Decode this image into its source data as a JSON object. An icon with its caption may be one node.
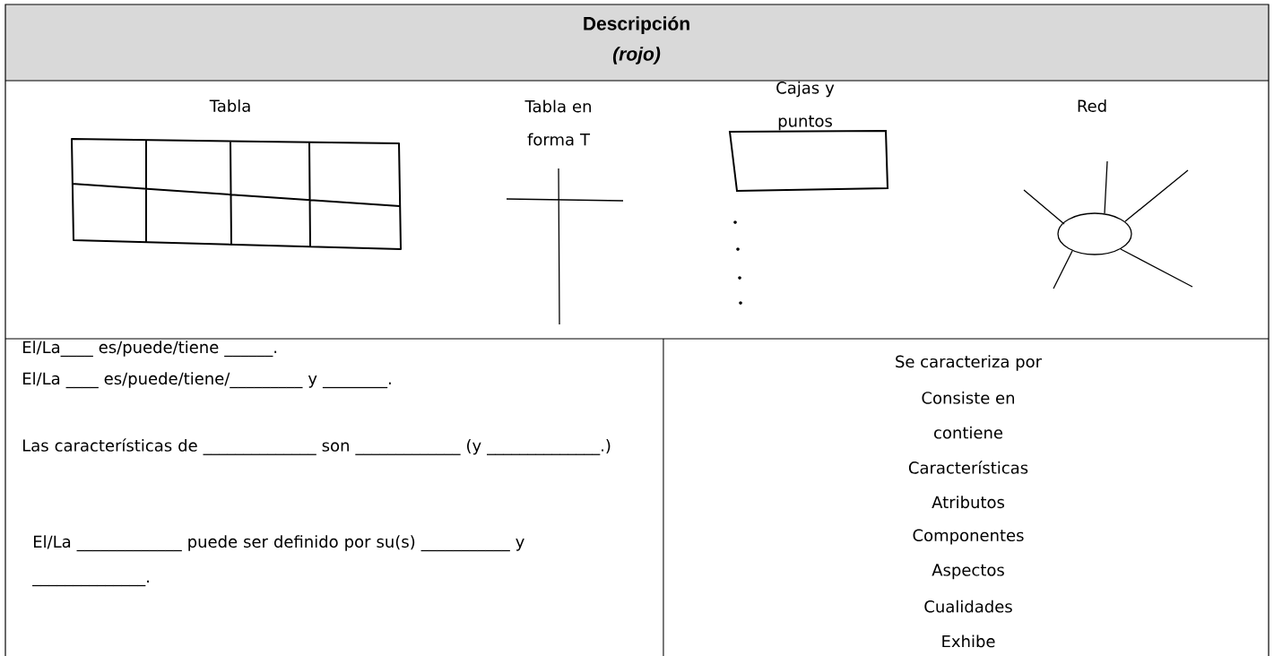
{
  "diagram": {
    "title": "Descripción",
    "labels": [
      "(rojo)",
      "Tabla",
      "Tabla en forma T",
      "Cajas y puntos",
      "Red",
      "El/La____ es/puede/tiene ______.",
      "El/La ____ es/puede/tiene/_________ y ________.",
      "Las características de ______________ son _____________ (y ______________.)",
      "El/La _____________ puede ser definido por su(s) ___________ y ______________.",
      "Se caracteriza por",
      "Consiste en",
      "contiene",
      "Características",
      "Atributos",
      "Componentes",
      "Aspectos",
      "Cualidades",
      "Exhibe"
    ]
  }
}
